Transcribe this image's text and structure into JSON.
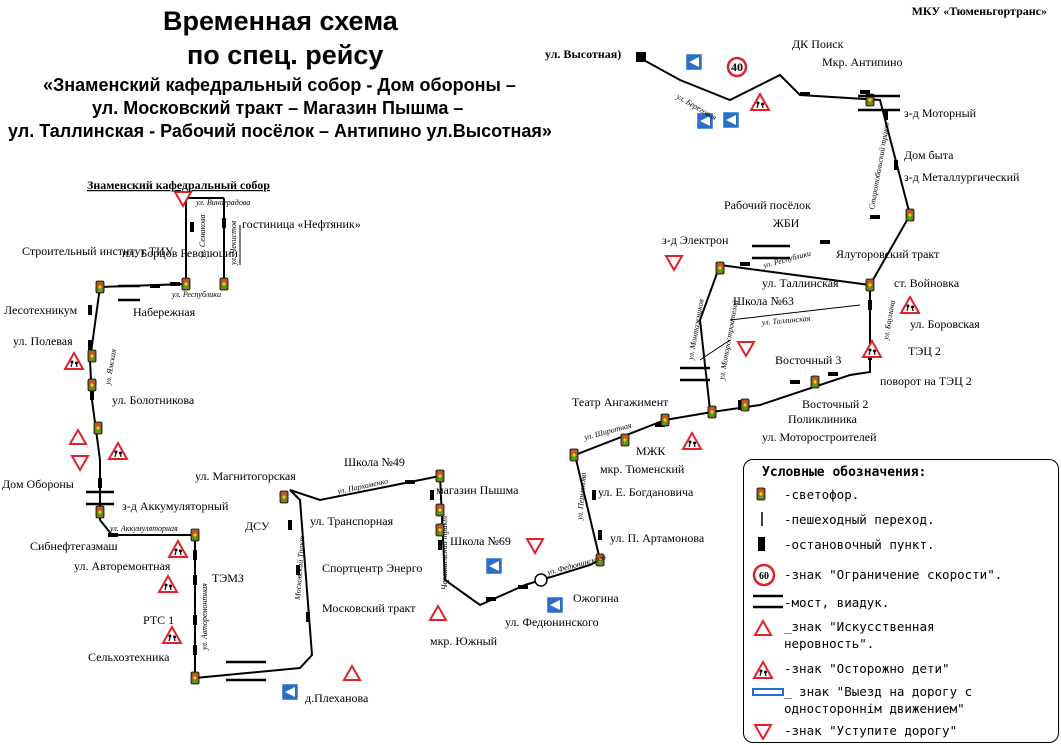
{
  "header": {
    "title_line1": "Временная схема",
    "title_line2": "по спец. рейсу",
    "route_line1": "«Знаменский кафедральный собор -  Дом обороны –",
    "route_line2": "ул. Московский тракт – Магазин Пышма –",
    "route_line3": "ул. Таллинская - Рабочий посёлок – Антипино ул.Высотная»",
    "organization": "МКУ «Тюменьгортранс»"
  },
  "colors": {
    "route": "#000000",
    "sign_red": "#e0202a",
    "sign_blue": "#2a6ec8",
    "light_body": "#8a6a2a"
  },
  "stops": {
    "znamensky": "Знаменский кафедральный собор",
    "nefteyanik": "гостиница «Нефтяник»",
    "borcov": "пл. Борцов Революции",
    "tiu": "Строительный институт ТИУ",
    "naberezhnaya": "Набережная",
    "lesotekhnikum": "Лесотехникум",
    "polevaya": "ул. Полевая",
    "bolotnikova": "ул. Болотникова",
    "dom_oborony": "Дом Обороны",
    "akkum": "з-д Аккумуляторный",
    "sibneft": "Сибнефтегазмаш",
    "avtorem": "ул. Авторемонтная",
    "temz": "ТЭМЗ",
    "rts": "РТС 1",
    "selkhoz": "Сельхозтехника",
    "plekhanova": "д.Плеханова",
    "moskovsky": "Московский тракт",
    "sportcentr": "Спортцентр Энерго",
    "dsu": "ДСУ",
    "transportnaya": "ул. Транспорная",
    "magnitogorskaya": "ул. Магнитогорская",
    "shkola49": "Школа №49",
    "pyshma": "магазин Пышма",
    "shkola69": "Школа №69",
    "yuzhny": "мкр. Южный",
    "fedyuninskogo": "ул. Федюнинского",
    "ozhogina": "Ожогина",
    "artamonova": "ул. П. Артамонова",
    "bogdanovicha": "ул. Е. Богдановича",
    "tyumensky": "мкр. Тюменский",
    "mzhk": "МЖК",
    "angazhement": "Театр Ангажимент",
    "motorostroitelei": "ул. Моторостроителей",
    "poliklinika": "Поликлиника",
    "vostochny2": "Восточный 2",
    "vostochny3": "Восточный 3",
    "povorot_tets2": "поворот на ТЭЦ 2",
    "tets2": "ТЭЦ 2",
    "borovskaya": "ул. Боровская",
    "voinovka": "ст. Войновка",
    "tallinskaya": "ул. Таллинская",
    "shkola63": "Школа №63",
    "elektron": "з-д Электрон",
    "zhbi": "ЖБИ",
    "rabochy": "Рабочий посёлок",
    "yalutorovsky": "Ялуторовский тракт",
    "metallurg": "з-д Металлургический",
    "dom_byta": "Дом быта",
    "motorny": "з-д Моторный",
    "antipino": "Мкр. Антипино",
    "dk_poisk": "ДК Поиск",
    "vysotnaya": "ул. Высотная)"
  },
  "streets": {
    "vinogradova": "ул. Виноградова",
    "semakova": "ул. Семакова",
    "chekistov": "ул. Чекистов",
    "respubliki": "ул. Республики",
    "yamskaya": "ул. Ямская",
    "akkumulyatornaya": "ул. Аккумуляторная",
    "avtoremontnaya": "ул. Авторемонтная",
    "moskovsky_trakt": "Московский Тракт",
    "parkhomenko": "ул. Пархоменко",
    "chervishevsky": "Червишевский тракт",
    "fedyuninskogo": "ул. Федюнинского",
    "permyakova": "ул. Пермякова",
    "shirotnaya": "ул. Широтная",
    "monteleeva": "ул. Монтажников",
    "motorostroitelei": "ул. Моторостроителей",
    "tallinskaya": "ул. Таллинская",
    "respubliki2": "ул. Республики",
    "birovaya": "ул. Баумана",
    "stroitelny": "Старотобольский тракт",
    "beregovaya": "ул. Береговая"
  },
  "speed_limit": "40",
  "legend": {
    "title": "Условные обозначения:",
    "traffic_light": "-светофор.",
    "crossing": "-пешеходный переход.",
    "stop": "-остановочный пункт.",
    "speed_sign_value": "60",
    "speed": "-знак \"Ограничение скорости\".",
    "bridge": "-мост, виадук.",
    "bump_1": "_знак \"Искусственная",
    "bump_2": "неровность\".",
    "children": "-знак \"Осторожно дети\"",
    "oneway_1": "_ знак \"Выезд на дорогу с",
    "oneway_2": "одностороннім движением\"",
    "yield": "-знак \"Уступите дорогу\""
  }
}
